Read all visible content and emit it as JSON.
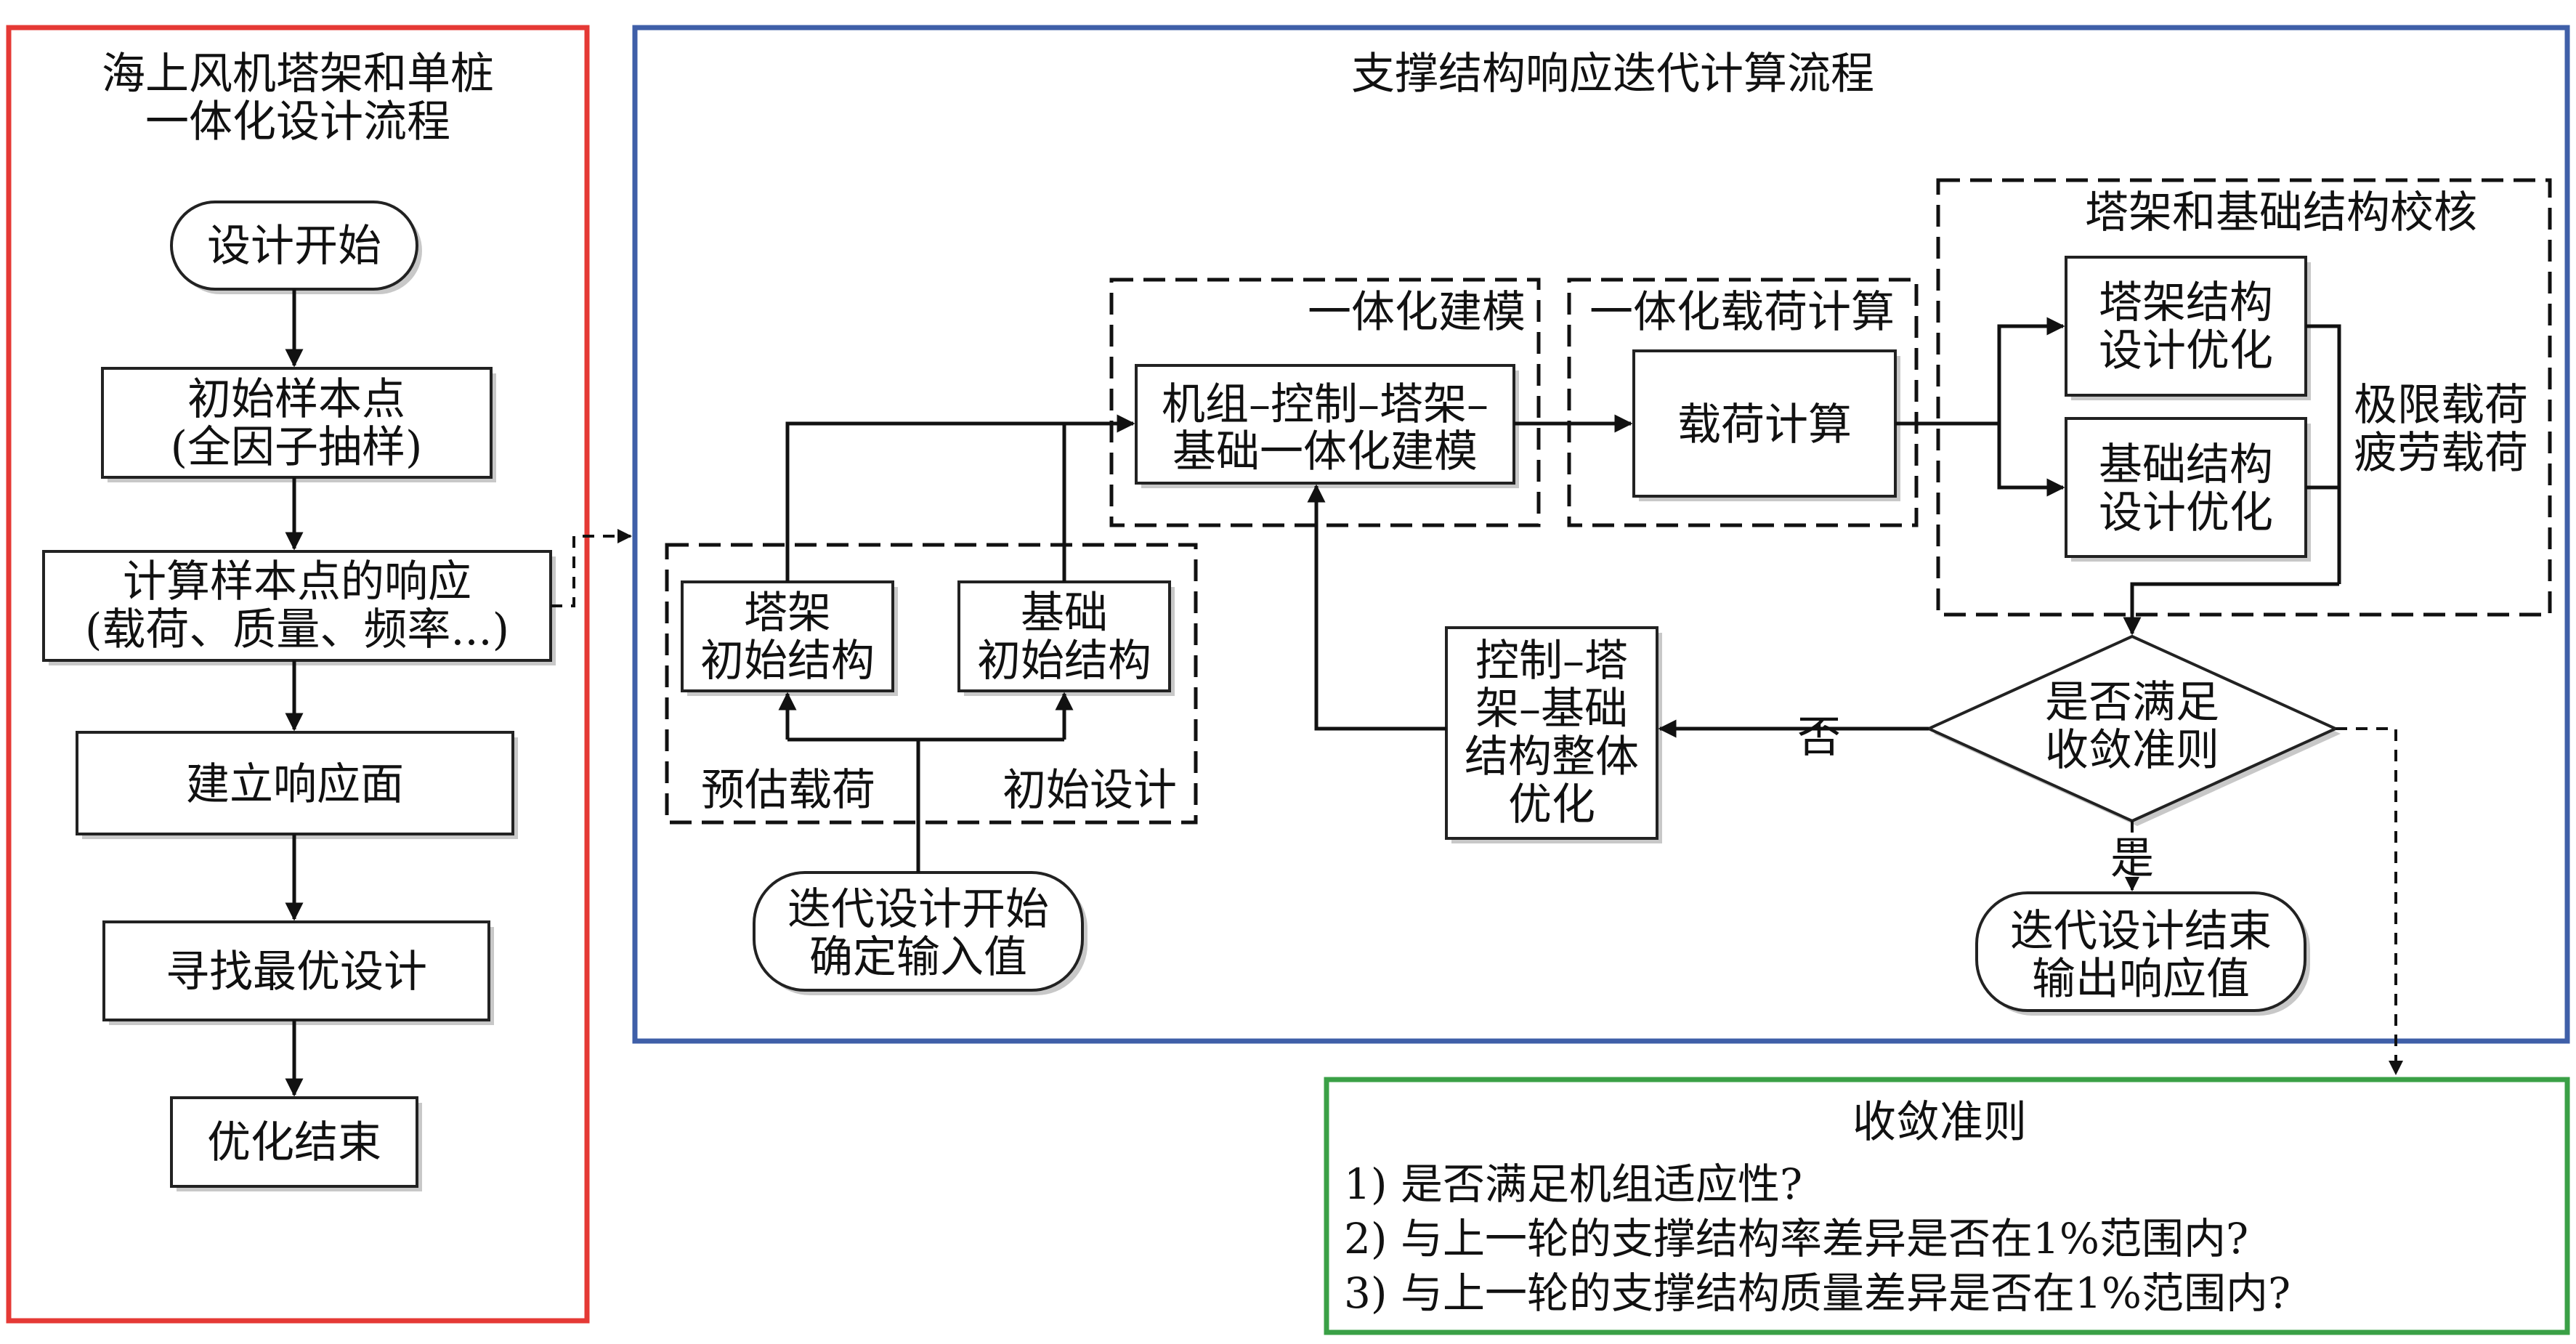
{
  "colors": {
    "left_frame": "#e53935",
    "center_frame": "#3f5fa8",
    "criteria_frame": "#3aa046",
    "ink": "#111111"
  },
  "left": {
    "title_line1": "海上风机塔架和单桩",
    "title_line2": "一体化设计流程",
    "start": "设计开始",
    "sample_line1": "初始样本点",
    "sample_line2": "(全因子抽样)",
    "response_line1": "计算样本点的响应",
    "response_line2": "(载荷、质量、频率...)",
    "surface": "建立响应面",
    "optimal": "寻找最优设计",
    "end": "优化结束"
  },
  "center": {
    "title": "支撑结构响应迭代计算流程",
    "modeling_label": "一体化建模",
    "modeling_line1": "机组–控制–塔架–",
    "modeling_line2": "基础一体化建模",
    "load_label": "一体化载荷计算",
    "load_calc": "载荷计算",
    "check_label": "塔架和基础结构校核",
    "tower_opt_line1": "塔架结构",
    "tower_opt_line2": "设计优化",
    "found_opt_line1": "基础结构",
    "found_opt_line2": "设计优化",
    "limit_line1": "极限载荷",
    "limit_line2": "疲劳载荷",
    "tower_init_line1": "塔架",
    "tower_init_line2": "初始结构",
    "found_init_line1": "基础",
    "found_init_line2": "初始结构",
    "est_load": "预估载荷",
    "init_design": "初始设计",
    "iter_start_line1": "迭代设计开始",
    "iter_start_line2": "确定输入值",
    "ctrl_opt_line1": "控制–塔",
    "ctrl_opt_line2": "架–基础",
    "ctrl_opt_line3": "结构整体",
    "ctrl_opt_line4": "优化",
    "decision_line1": "是否满足",
    "decision_line2": "收敛准则",
    "no": "否",
    "yes": "是",
    "iter_end_line1": "迭代设计结束",
    "iter_end_line2": "输出响应值"
  },
  "criteria": {
    "title": "收敛准则",
    "items": [
      "1) 是否满足机组适应性?",
      "2) 与上一轮的支撑结构率差异是否在1%范围内?",
      "3) 与上一轮的支撑结构质量差异是否在1%范围内?"
    ]
  }
}
